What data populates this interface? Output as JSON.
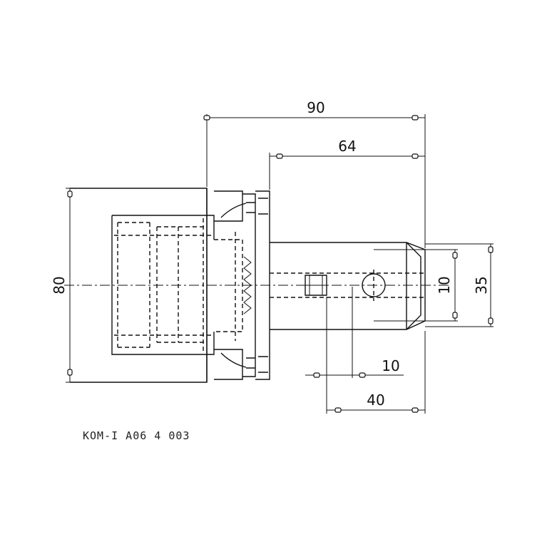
{
  "drawing": {
    "dimensions": {
      "overall_length": "90",
      "shank_length": "64",
      "flange_diameter": "80",
      "bore_diameter": "35",
      "cross_hole": "10",
      "screw_offset": "10",
      "screw_distance": "40"
    },
    "part_number": "KOM-I A06 4 003"
  }
}
